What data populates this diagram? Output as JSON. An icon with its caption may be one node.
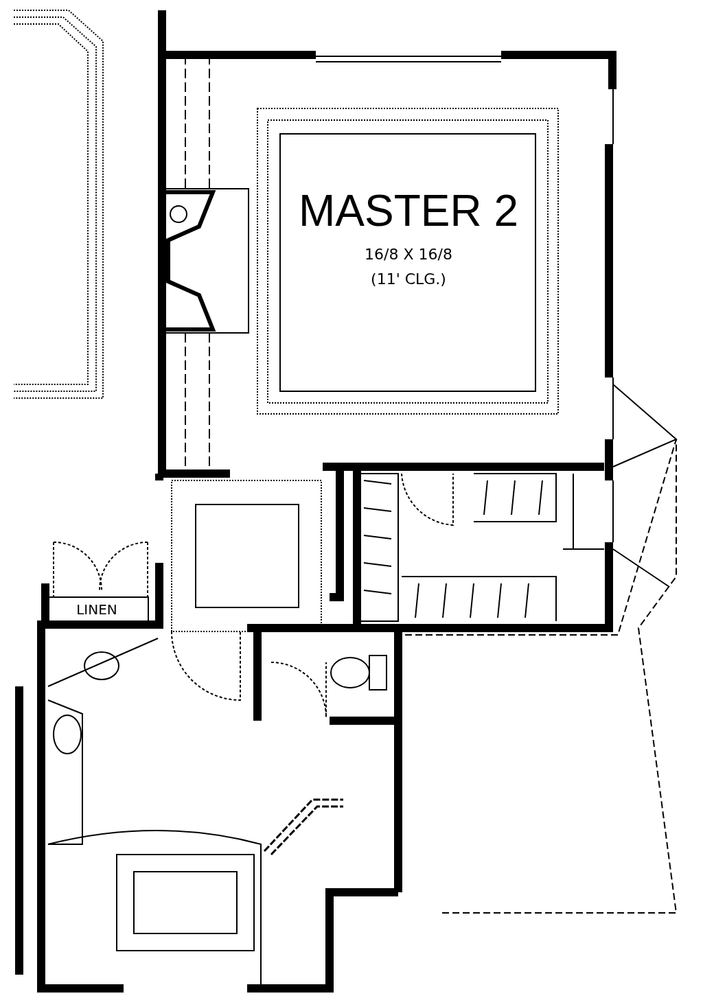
{
  "diagram": {
    "labels": [
      "MASTER 2",
      "16/8 X 16/8",
      "(11' CLG.)",
      "LINEN"
    ]
  }
}
